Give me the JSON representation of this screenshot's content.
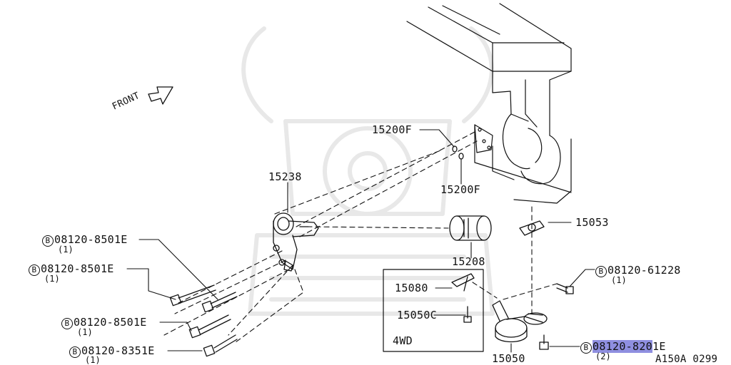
{
  "diagram": {
    "front_label": "FRONT",
    "parts": {
      "p15200F_top": "15200F",
      "p15200F_bottom": "15200F",
      "p15238": "15238",
      "p15053": "15053",
      "p15208": "15208",
      "p15080": "15080",
      "p15050C": "15050C",
      "p15050": "15050",
      "box_label": "4WD"
    },
    "bolts": [
      {
        "badge": "B",
        "part": "08120-8501E",
        "qty": "(1)"
      },
      {
        "badge": "B",
        "part": "08120-8501E",
        "qty": "(1)"
      },
      {
        "badge": "B",
        "part": "08120-8501E",
        "qty": "(1)"
      },
      {
        "badge": "B",
        "part": "08120-8351E",
        "qty": "(1)"
      },
      {
        "badge": "B",
        "part": "08120-61228",
        "qty": "(1)"
      },
      {
        "badge": "B",
        "part_highlighted": "08120-820",
        "part_rest": "1E",
        "qty": "(2)"
      }
    ],
    "diagram_code": "A150A 0299",
    "highlight_color": "#8f8fe0"
  }
}
